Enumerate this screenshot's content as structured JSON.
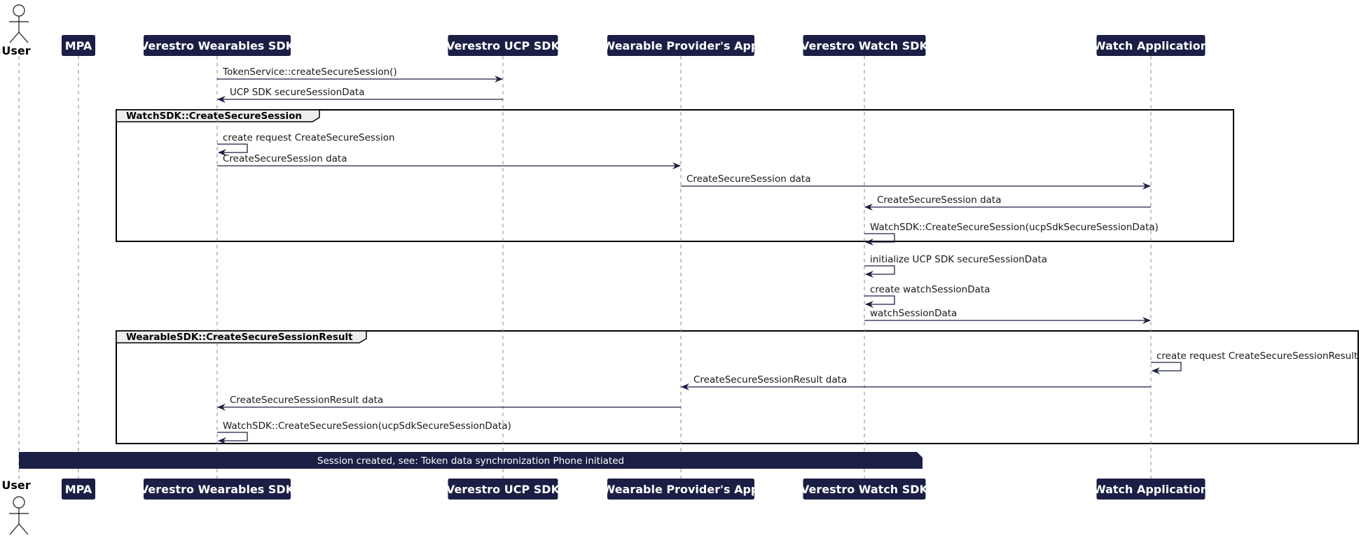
{
  "colors": {
    "participant_fill": "#1b1f45",
    "participant_text": "#ffffff",
    "lifeline": "#888888",
    "arrow": "#1b1f45",
    "frame_border": "#000000",
    "frame_tab": "#eeeeee",
    "note_fill": "#1b1f45"
  },
  "actor": {
    "name": "User",
    "icon": "stick-figure-icon"
  },
  "participants": [
    {
      "id": "mpa",
      "name": "MPA"
    },
    {
      "id": "wearables_sdk",
      "name": "Verestro Wearables SDK"
    },
    {
      "id": "ucp_sdk",
      "name": "Verestro UCP SDK"
    },
    {
      "id": "provider_app",
      "name": "Wearable Provider's App"
    },
    {
      "id": "watch_sdk",
      "name": "Verestro Watch SDK"
    },
    {
      "id": "watch_app",
      "name": "Watch Application"
    }
  ],
  "messages": [
    {
      "from": "wearables_sdk",
      "to": "ucp_sdk",
      "label": "TokenService::createSecureSession()"
    },
    {
      "from": "ucp_sdk",
      "to": "wearables_sdk",
      "label": "UCP SDK secureSessionData"
    },
    {
      "from": "wearables_sdk",
      "to": "wearables_sdk",
      "label": "create request CreateSecureSession"
    },
    {
      "from": "wearables_sdk",
      "to": "provider_app",
      "label": "CreateSecureSession data"
    },
    {
      "from": "provider_app",
      "to": "watch_app",
      "label": "CreateSecureSession data"
    },
    {
      "from": "watch_app",
      "to": "watch_sdk",
      "label": "CreateSecureSession data"
    },
    {
      "from": "watch_sdk",
      "to": "watch_sdk",
      "label": "WatchSDK::CreateSecureSession(ucpSdkSecureSessionData)"
    },
    {
      "from": "watch_sdk",
      "to": "watch_sdk",
      "label": "initialize UCP SDK secureSessionData"
    },
    {
      "from": "watch_sdk",
      "to": "watch_sdk",
      "label": "create watchSessionData"
    },
    {
      "from": "watch_sdk",
      "to": "watch_app",
      "label": "watchSessionData"
    },
    {
      "from": "watch_app",
      "to": "watch_app",
      "label": "create request CreateSecureSessionResult"
    },
    {
      "from": "watch_app",
      "to": "provider_app",
      "label": "CreateSecureSessionResult data"
    },
    {
      "from": "provider_app",
      "to": "wearables_sdk",
      "label": "CreateSecureSessionResult data"
    },
    {
      "from": "wearables_sdk",
      "to": "wearables_sdk",
      "label": "WatchSDK::CreateSecureSession(ucpSdkSecureSessionData)"
    }
  ],
  "frames": [
    {
      "label": "WatchSDK::CreateSecureSession",
      "first_message": 2,
      "last_message": 6
    },
    {
      "label": "WearableSDK::CreateSecureSessionResult",
      "first_message": 10,
      "last_message": 13
    }
  ],
  "note": {
    "label": "Session created, see: Token data synchronization Phone initiated"
  }
}
